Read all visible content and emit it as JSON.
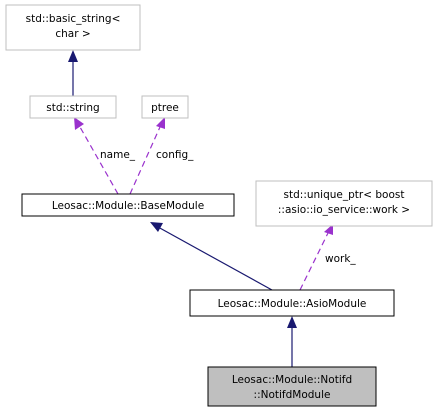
{
  "colors": {
    "inherit_edge": "#191970",
    "member_edge": "#9a32cd",
    "node_border_external": "#bfbfbf",
    "node_border_class": "#000000",
    "node_fill_focus": "#bfbfbf",
    "node_fill": "#ffffff"
  },
  "nodes": {
    "basic_string": {
      "line1": "std::basic_string<",
      "line2": "char >"
    },
    "std_string": {
      "label": "std::string"
    },
    "ptree": {
      "label": "ptree"
    },
    "base_module": {
      "label": "Leosac::Module::BaseModule"
    },
    "unique_ptr": {
      "line1": "std::unique_ptr< boost",
      "line2": "::asio::io_service::work >"
    },
    "asio_module": {
      "label": "Leosac::Module::AsioModule"
    },
    "notifd_module": {
      "line1": "Leosac::Module::Notifd",
      "line2": "::NotifdModule"
    }
  },
  "edges": {
    "name_label": "name_",
    "config_label": "config_",
    "work_label": "work_"
  }
}
